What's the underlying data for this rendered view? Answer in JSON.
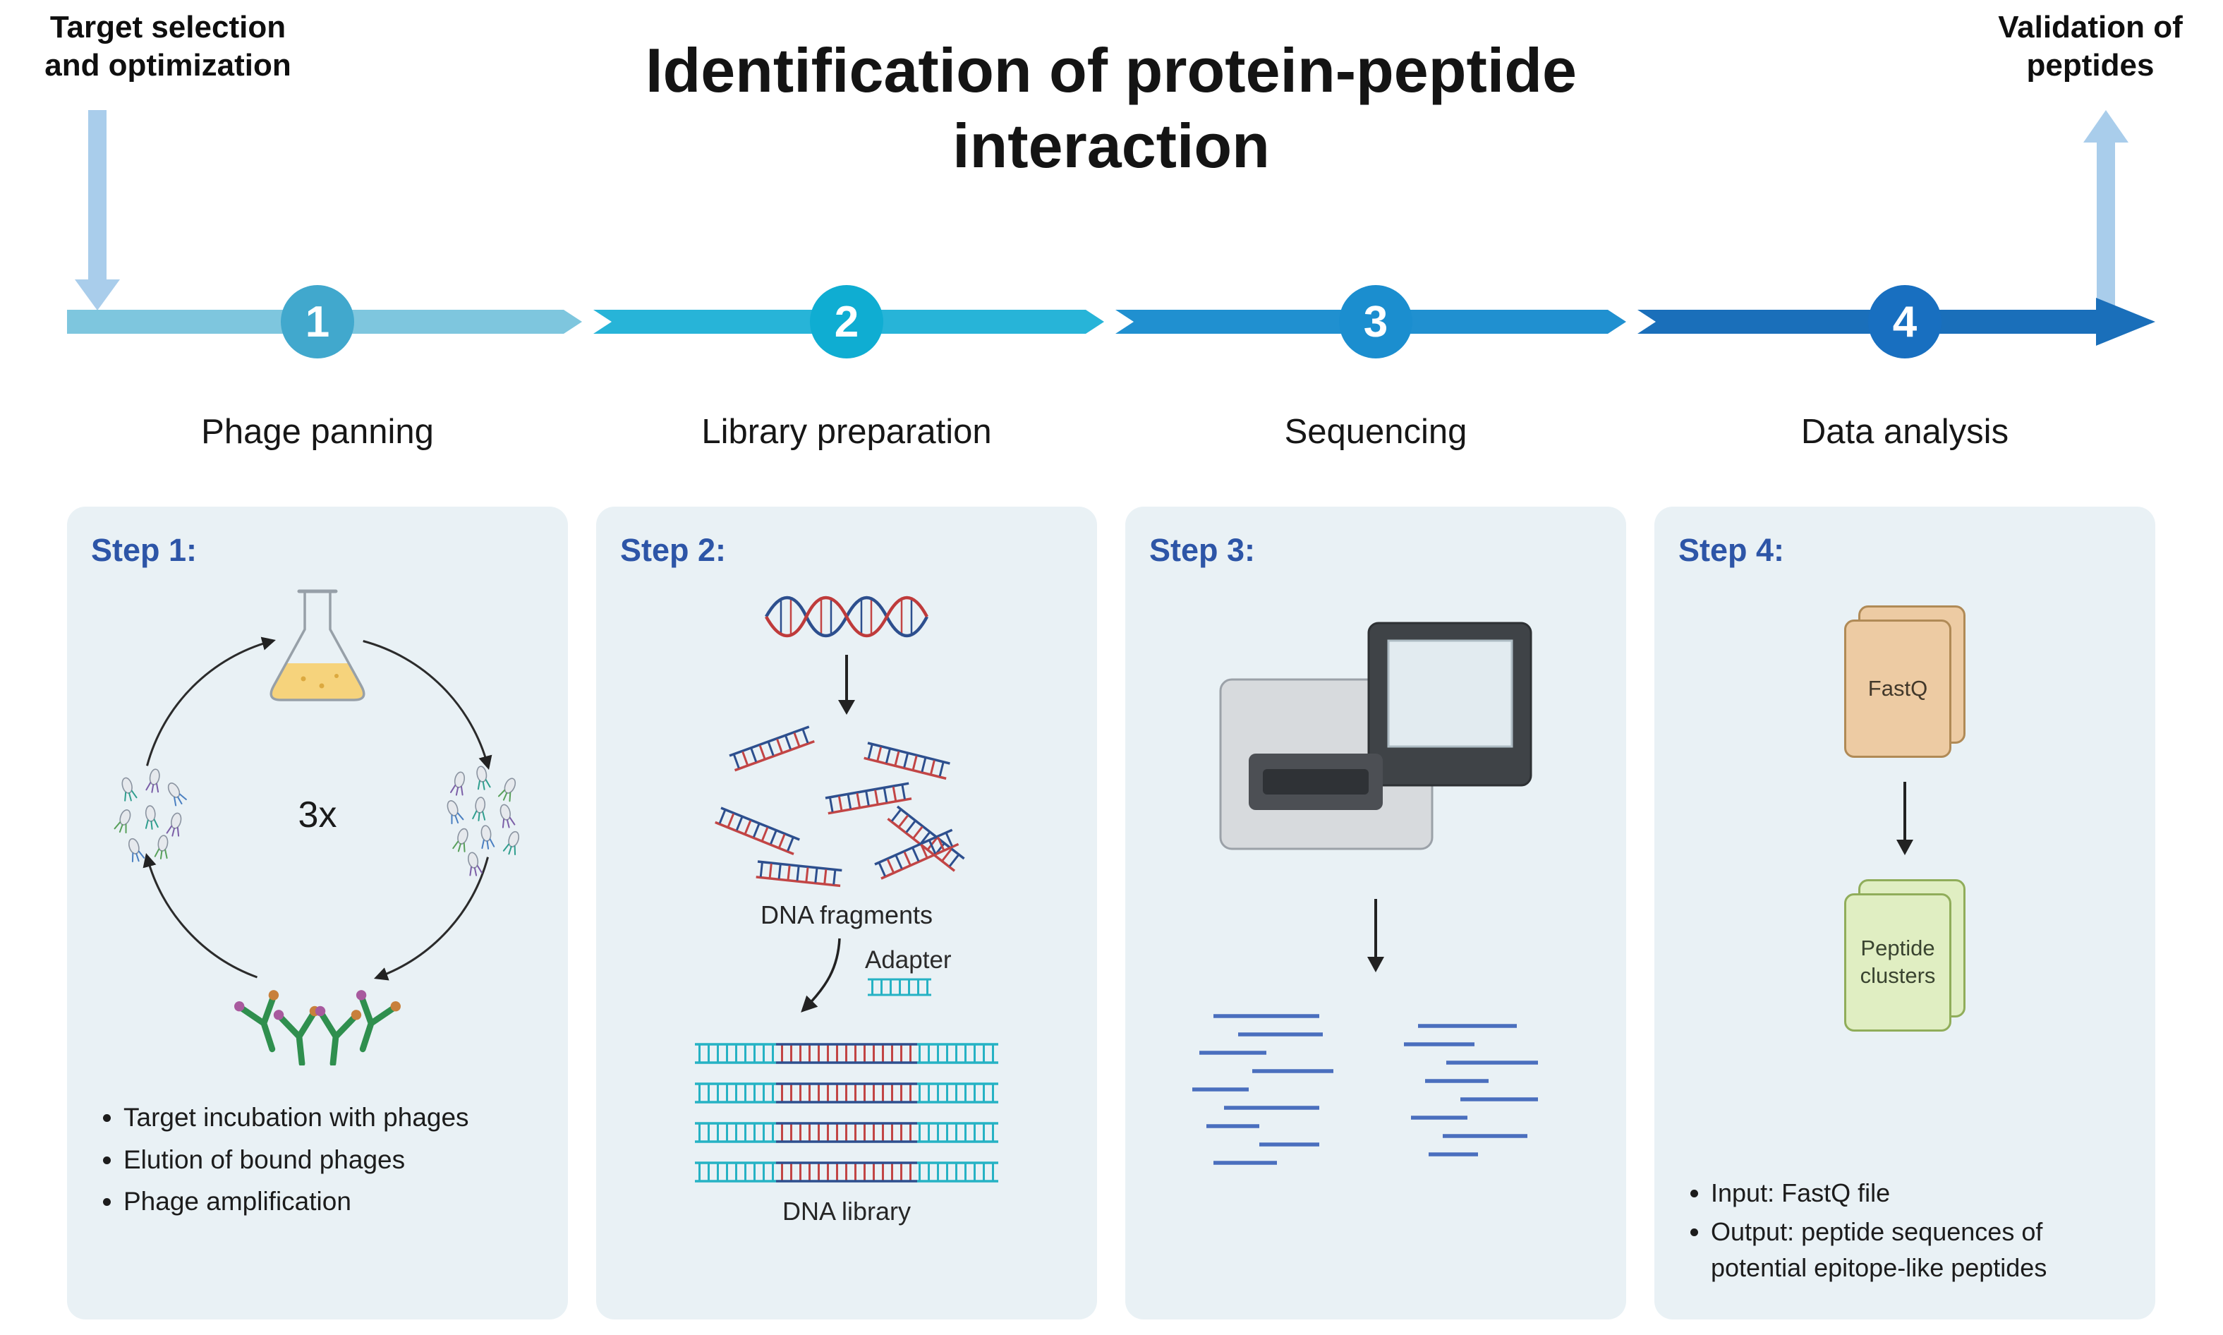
{
  "header": {
    "title_line1": "Identification of protein-peptide",
    "title_line2": "interaction",
    "left_note_line1": "Target selection",
    "left_note_line2": "and optimization",
    "right_note_line1": "Validation of",
    "right_note_line2": "peptides",
    "note_arrow_color": "#a9cdeb"
  },
  "timeline": {
    "steps": [
      {
        "number": "1",
        "label": "Phage panning",
        "bar_color": "#7ec6de",
        "circle_color": "#41a8cd"
      },
      {
        "number": "2",
        "label": "Library preparation",
        "bar_color": "#27b4d8",
        "circle_color": "#0fadd2"
      },
      {
        "number": "3",
        "label": "Sequencing",
        "bar_color": "#2090d0",
        "circle_color": "#1b8ecf"
      },
      {
        "number": "4",
        "label": "Data analysis",
        "bar_color": "#1a6fba",
        "circle_color": "#186fc0"
      }
    ]
  },
  "panels": {
    "step1": {
      "heading": "Step 1:",
      "cycle_label": "3x",
      "bullets": [
        "Target incubation with phages",
        "Elution of bound phages",
        "Phage amplification"
      ]
    },
    "step2": {
      "heading": "Step 2:",
      "fragments_label": "DNA fragments",
      "adapter_label": "Adapter",
      "library_label": "DNA library"
    },
    "step3": {
      "heading": "Step 3:"
    },
    "step4": {
      "heading": "Step 4:",
      "input_card": "FastQ",
      "output_card": "Peptide clusters",
      "bullets": [
        "Input: FastQ file",
        "Output: peptide sequences of potential epitope-like peptides"
      ]
    }
  }
}
